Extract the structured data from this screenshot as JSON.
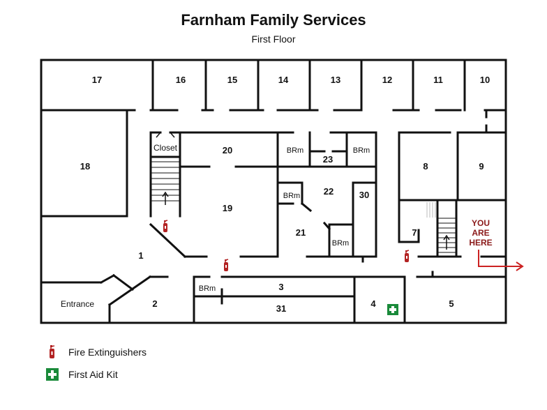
{
  "header": {
    "title": "Farnham Family Services",
    "subtitle": "First Floor"
  },
  "rooms": {
    "r1": "1",
    "r2": "2",
    "r3": "3",
    "r4": "4",
    "r5": "5",
    "r7": "7",
    "r8": "8",
    "r9": "9",
    "r10": "10",
    "r11": "11",
    "r12": "12",
    "r13": "13",
    "r14": "14",
    "r15": "15",
    "r16": "16",
    "r17": "17",
    "r18": "18",
    "r19": "19",
    "r20": "20",
    "r21": "21",
    "r22": "22",
    "r23": "23",
    "r30": "30",
    "r31": "31",
    "entrance": "Entrance",
    "closet": "Closet",
    "brm": "BRm"
  },
  "you_are_here": [
    "YOU",
    "ARE",
    "HERE"
  ],
  "legend": {
    "fire": "Fire Extinguishers",
    "firstaid": "First Aid Kit"
  },
  "colors": {
    "wall": "#111111",
    "extinguisher": "#b22222",
    "first_aid": "#1a8a3a",
    "marker": "#cc2222"
  },
  "icons": {
    "extinguisher": "fire-extinguisher-icon",
    "first_aid": "first-aid-kit-icon",
    "stairs_arrow": "arrow-up-icon",
    "location_arrow": "arrow-right-icon"
  }
}
